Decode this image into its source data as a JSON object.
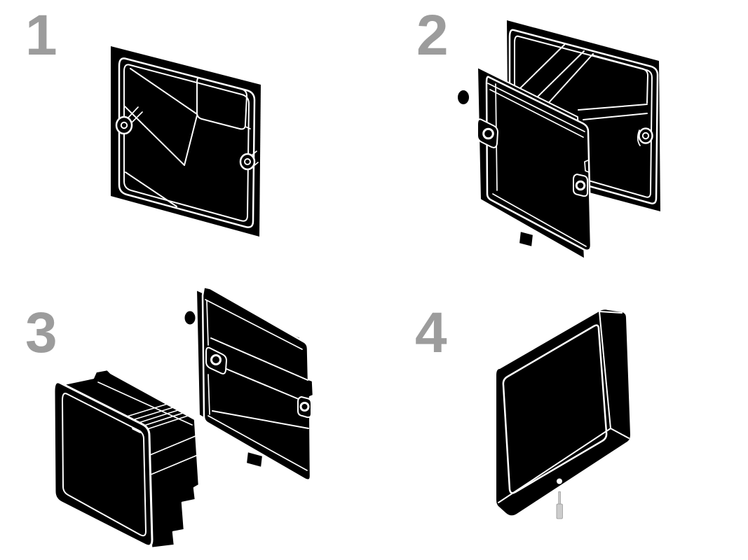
{
  "diagram": {
    "background": "#ffffff",
    "artwork_color": "#000000",
    "outline_color": "#ffffff",
    "number_color": "#9c9c9c",
    "pin_color": "#cccccc",
    "steps": [
      {
        "number": "1",
        "illustration": "recessed-back-box"
      },
      {
        "number": "2",
        "number_label": "2",
        "illustration": "mounting-frame-in-front-of-back-box"
      },
      {
        "number": "3",
        "illustration": "device-in-front-of-mounting-frame"
      },
      {
        "number": "4",
        "illustration": "mounted-front-panel-with-release-pin"
      }
    ]
  }
}
